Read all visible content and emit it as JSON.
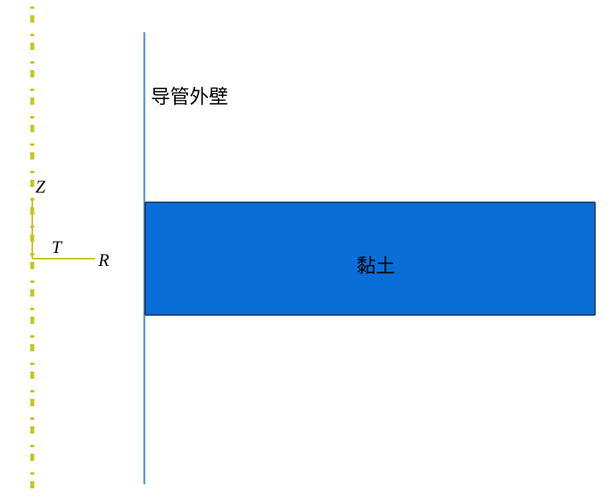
{
  "labels": {
    "pipe_wall": "导管外壁",
    "clay": "黏土"
  },
  "axes": {
    "z": "Z",
    "t": "T",
    "r": "R"
  },
  "colors": {
    "axis": "#c6c61c",
    "pipe_wall": "#5a9bd5",
    "clay_fill": "#0a6ed8",
    "clay_border": "#1a2a4a"
  }
}
